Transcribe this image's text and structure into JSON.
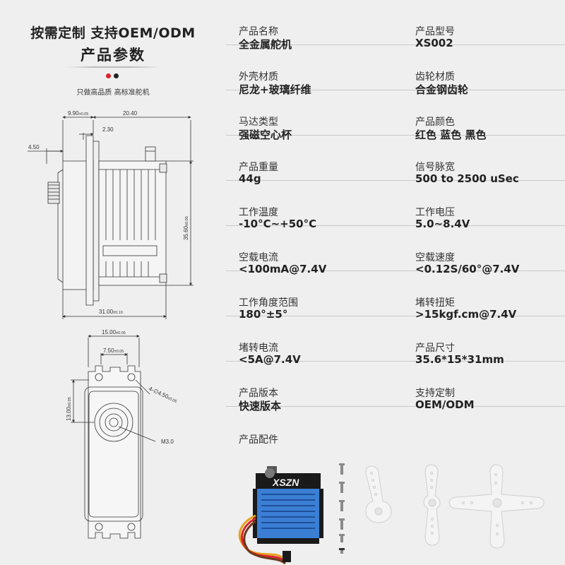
{
  "header": {
    "slogan": "按需定制 支持OEM/ODM",
    "title": "产品参数",
    "tagline": "只做高品质 高标准舵机",
    "dot_colors": [
      "#d9232e",
      "#222222"
    ]
  },
  "drawing": {
    "dims": {
      "d1": "9.90",
      "d1_tol": "±0.05",
      "d2": "20.40",
      "d3": "2.30",
      "d4": "4.50",
      "d5": "35.60",
      "d5_tol": "±0.05",
      "d6": "31.00",
      "d6_tol": "±0.10",
      "d7": "15.00",
      "d7_tol": "±0.05",
      "d8": "7.50",
      "d8_tol": "±0.05",
      "d9": "13.00",
      "d9_tol": "±0.05",
      "d10": "4-∅4.50",
      "d10_tol": "±0.05",
      "d11": "M3.0"
    }
  },
  "specs": [
    [
      {
        "label": "产品名称",
        "value": "全金属舵机"
      },
      {
        "label": "产品型号",
        "value": "XS002"
      }
    ],
    [
      {
        "label": "外壳材质",
        "value": "尼龙+玻璃纤维"
      },
      {
        "label": "齿轮材质",
        "value": "合金钢齿轮"
      }
    ],
    [
      {
        "label": "马达类型",
        "value": "强磁空心杯"
      },
      {
        "label": "产品颜色",
        "value": "红色 蓝色 黑色"
      }
    ],
    [
      {
        "label": "产品重量",
        "value": "44g"
      },
      {
        "label": "信号脉宽",
        "value": "500 to 2500 uSec"
      }
    ],
    [
      {
        "label": "工作温度",
        "value": "-10°C~+50°C"
      },
      {
        "label": "工作电压",
        "value": "5.0~8.4V"
      }
    ],
    [
      {
        "label": "空载电流",
        "value": "<100mA@7.4V"
      },
      {
        "label": "空载速度",
        "value": "<0.12S/60°@7.4V"
      }
    ],
    [
      {
        "label": "工作角度范围",
        "value": "180°±5°"
      },
      {
        "label": "堵转扭矩",
        "value": ">15kgf.cm@7.4V"
      }
    ],
    [
      {
        "label": "堵转电流",
        "value": "<5A@7.4V"
      },
      {
        "label": "产品尺寸",
        "value": "35.6*15*31mm"
      }
    ],
    [
      {
        "label": "产品版本",
        "value": "快速版本"
      },
      {
        "label": "支持定制",
        "value": "OEM/ODM"
      }
    ]
  ],
  "accessories": {
    "label": "产品配件",
    "servo_logo": "XSZN",
    "colors": {
      "blue": "#3b7fd4",
      "black": "#1a1a1a",
      "horn": "#f4f4f4"
    }
  }
}
